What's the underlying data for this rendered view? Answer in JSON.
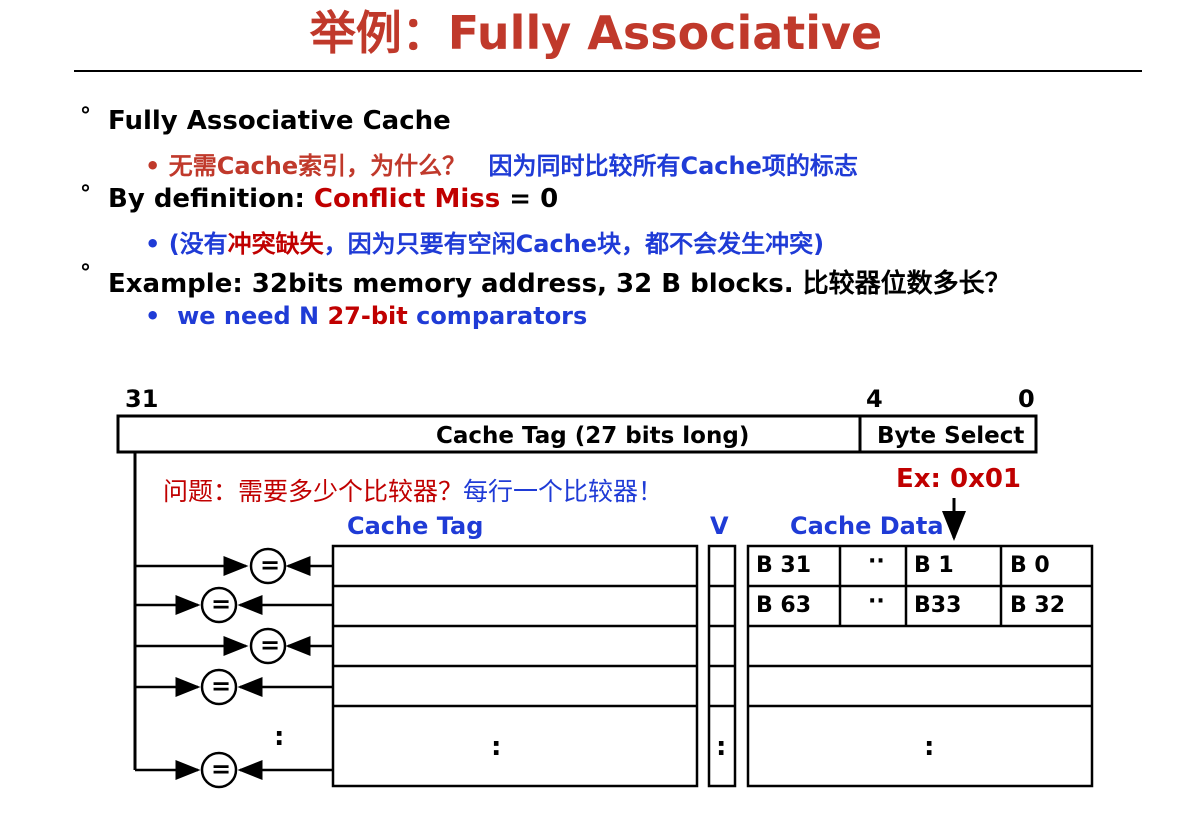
{
  "title": "举例：Fully Associative",
  "bullets": {
    "b1": {
      "text": "Fully Associative Cache"
    },
    "b1_sub": {
      "red": "无需Cache索引，为什么？",
      "blue": "因为同时比较所有Cache项的标志"
    },
    "b2": {
      "lead": "By definition: ",
      "red": "Conflict Miss",
      "tail": " = 0"
    },
    "b2_sub": {
      "p1": "(没有",
      "red": "冲突缺失",
      "p2": "，因为只要有空闲Cache块，都不会发生冲突)"
    },
    "b3": {
      "text": "Example: 32bits memory address, 32 B blocks. 比较器位数多长？"
    },
    "b3_sub": {
      "blue1": "we need N ",
      "red": "27-bit",
      "blue2": " comparators"
    }
  },
  "address": {
    "bit_31": "31",
    "bit_4": "4",
    "bit_0": "0",
    "tag_field": "Cache Tag (27 bits long)",
    "byte_field": "Byte Select"
  },
  "question": {
    "red": "问题：需要多少个比较器？",
    "blue": "每行一个比较器！"
  },
  "example": "Ex: 0x01",
  "headers": {
    "cache_tag": "Cache Tag",
    "valid": "V",
    "cache_data": "Cache Data"
  },
  "data_cells": {
    "row0": [
      "B 31",
      "··",
      "B 1",
      "B 0"
    ],
    "row1": [
      "B 63",
      "··",
      "B33",
      "B 32"
    ]
  },
  "comparator_symbol": "=",
  "ellipsis": ":",
  "colors": {
    "title": "#c0392b",
    "red": "#c00000",
    "blue": "#1f3bd6"
  }
}
